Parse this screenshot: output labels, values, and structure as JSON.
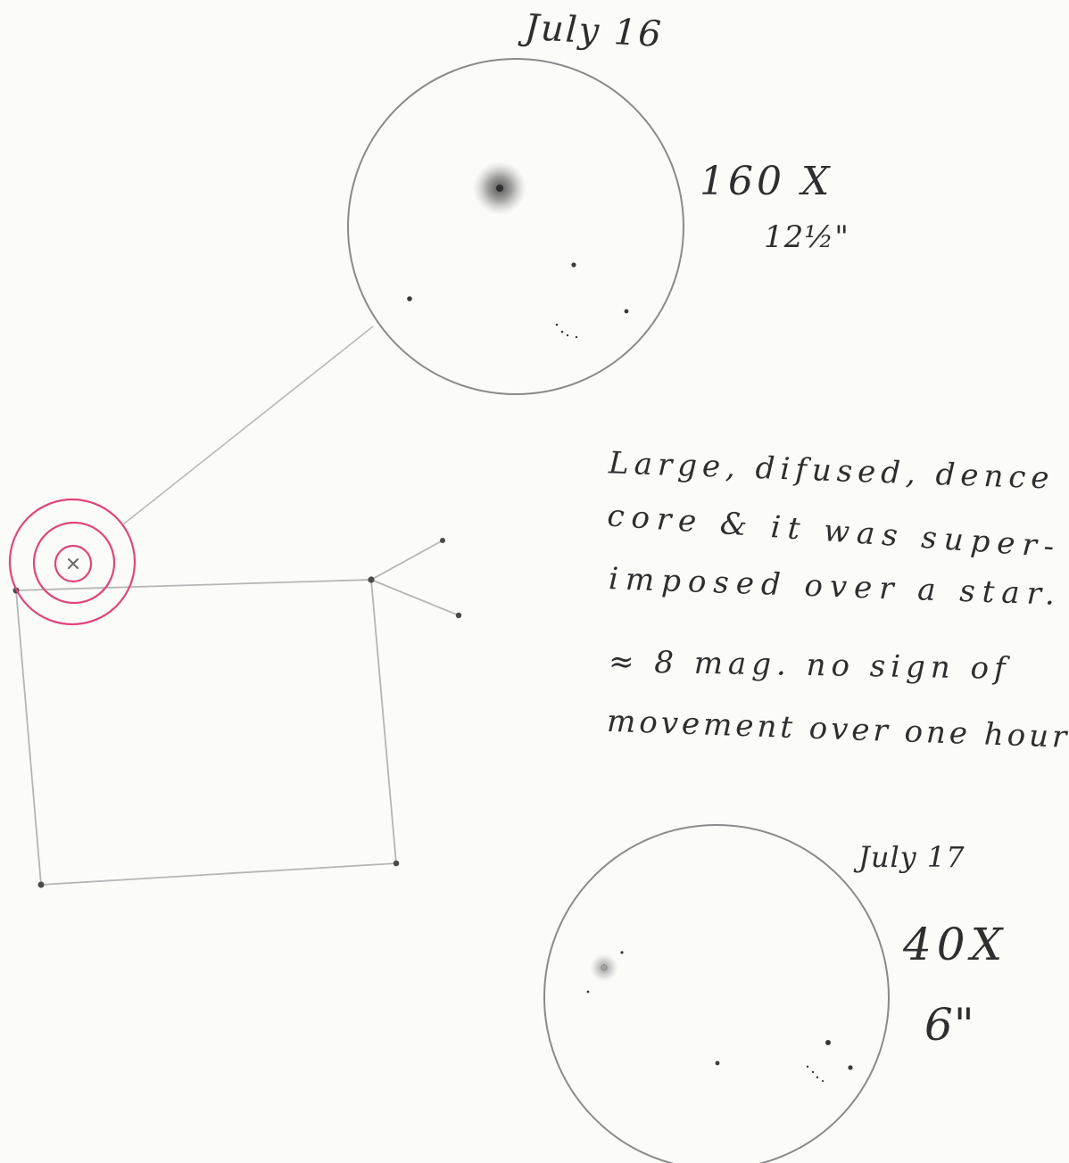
{
  "observation_1": {
    "date": "July 16",
    "magnification": "160 X",
    "aperture": "12½\""
  },
  "observation_2": {
    "date": "July 17",
    "magnification": "40X",
    "aperture": "6\""
  },
  "notes": [
    "Large, difused, dence",
    "core & it was super-",
    "imposed over a star.",
    "≈ 8 mag. no sign of",
    "movement over one hour."
  ],
  "colors": {
    "pencil": "#3a3a3a",
    "finder_marker": "#e0457a",
    "paper": "#fbfbf8"
  }
}
